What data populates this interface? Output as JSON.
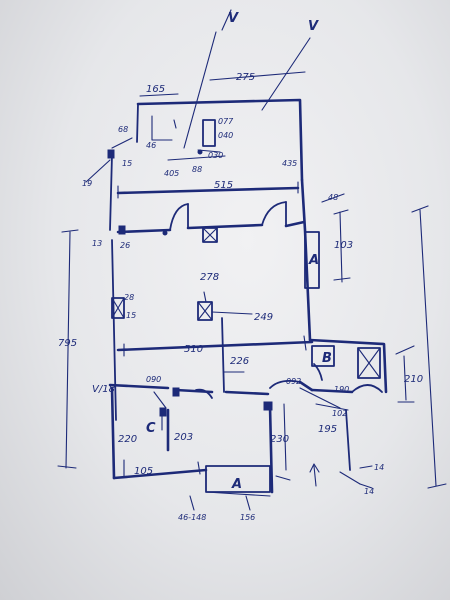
{
  "labels": {
    "top_v1": "V",
    "top_v2": "V",
    "dim_165": "165",
    "dim_275": "275",
    "dim_46": "46",
    "dim_077": "077",
    "dim_040": "040",
    "dim_030": "030",
    "dim_88": "88",
    "dim_405": "405",
    "dim_435": "435",
    "dim_68": "68",
    "dim_15a": "15",
    "dim_19": "19",
    "dim_515": "515",
    "dim_48": "48",
    "dim_103": "103",
    "door_a1": "A",
    "dim_13": "13",
    "dim_26": "26",
    "dim_278": "278",
    "dim_795": "795",
    "dim_28": "28",
    "dim_15b": "15",
    "dim_249": "249",
    "dim_510": "510",
    "dim_226": "226",
    "dim_210": "210",
    "door_b": "B",
    "dim_v18": "V/18",
    "dim_090": "090",
    "dim_092": "092",
    "dim_190": "190",
    "dim_102": "102",
    "dim_195": "195",
    "dim_220": "220",
    "door_c": "C",
    "dim_203": "203",
    "dim_230": "230",
    "dim_105": "105",
    "door_a2": "A",
    "dim_14a": "14",
    "dim_14b": "14",
    "dim_46_148": "46-148",
    "dim_156": "156"
  }
}
